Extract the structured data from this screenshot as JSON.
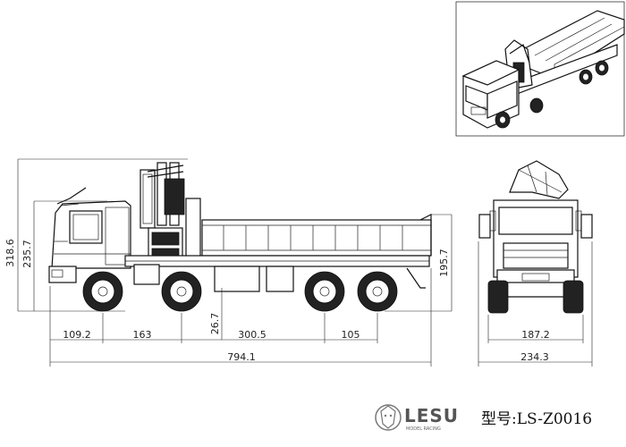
{
  "dimensions": {
    "total_length": "794.1",
    "front_overhang": "109.2",
    "axle_spacing_front": "163",
    "wheelbase_mid": "300.5",
    "rear_axle_spacing": "105",
    "total_height": "318.6",
    "cab_height": "235.7",
    "bed_height": "195.7",
    "ground_clearance": "26.7",
    "track_width": "187.2",
    "overall_width": "234.3"
  },
  "brand": {
    "name": "LESU",
    "tagline": "MODEL RACING"
  },
  "model": {
    "label": "型号:LS-Z0016"
  },
  "colors": {
    "line": "#111111",
    "background": "#ffffff"
  }
}
